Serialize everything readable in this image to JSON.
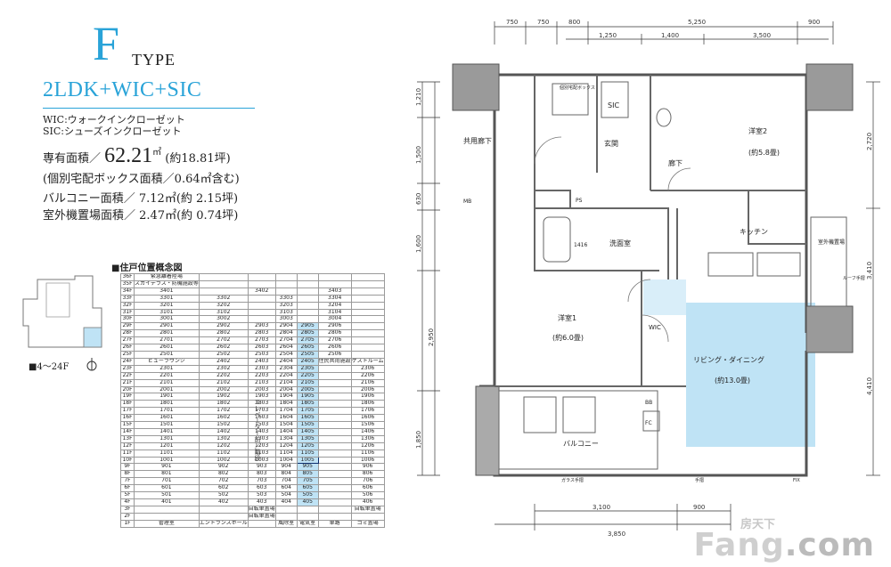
{
  "header": {
    "type_letter": "F",
    "type_word": "TYPE",
    "plan_name": "2LDK+WIC+SIC",
    "legend": [
      "WIC:ウォークインクローゼット",
      "SIC:シューズインクローゼット"
    ]
  },
  "areas": {
    "private_label": "専有面積／",
    "private_value": "62.21",
    "private_unit": "㎡",
    "private_tsubo": "(約18.81坪)",
    "private_note": "(個別宅配ボックス面積／0.64㎡含む)",
    "balcony": "バルコニー面積／ 7.12㎡(約 2.15坪)",
    "outdoor_unit": "室外機置場面積／ 2.47㎡(約 0.74坪)"
  },
  "position_chart": {
    "title": "■住戸位置概念図",
    "floor_range": "■4～24F",
    "elevator_label": "エレベーター前／階段",
    "rows": [
      {
        "f": "36F",
        "cells": [
          "緊急離着陸場",
          "",
          "",
          "",
          "",
          "",
          ""
        ]
      },
      {
        "f": "35F",
        "cells": [
          "スカイテラス・防機施設等",
          "",
          "",
          "",
          "",
          "",
          ""
        ]
      },
      {
        "f": "34F",
        "cells": [
          "3401",
          "",
          "3402",
          "",
          "",
          "3403",
          ""
        ]
      },
      {
        "f": "33F",
        "cells": [
          "3301",
          "3302",
          "",
          "3303",
          "",
          "3304",
          ""
        ]
      },
      {
        "f": "32F",
        "cells": [
          "3201",
          "3202",
          "",
          "3203",
          "",
          "3204",
          ""
        ]
      },
      {
        "f": "31F",
        "cells": [
          "3101",
          "3102",
          "",
          "3103",
          "",
          "3104",
          ""
        ]
      },
      {
        "f": "30F",
        "cells": [
          "3001",
          "3002",
          "",
          "3003",
          "",
          "3004",
          ""
        ]
      },
      {
        "f": "29F",
        "cells": [
          "2901",
          "2902",
          "2903",
          "2904",
          "2905",
          "2906",
          ""
        ]
      },
      {
        "f": "28F",
        "cells": [
          "2801",
          "2802",
          "2803",
          "2804",
          "2805",
          "2806",
          ""
        ]
      },
      {
        "f": "27F",
        "cells": [
          "2701",
          "2702",
          "2703",
          "2704",
          "2705",
          "2706",
          ""
        ]
      },
      {
        "f": "26F",
        "cells": [
          "2601",
          "2602",
          "2603",
          "2604",
          "2605",
          "2606",
          ""
        ]
      },
      {
        "f": "25F",
        "cells": [
          "2501",
          "2502",
          "2503",
          "2504",
          "2505",
          "2506",
          ""
        ]
      },
      {
        "f": "24F",
        "cells": [
          "ビューラウンジ",
          "2402",
          "2403",
          "2404",
          "2405",
          "住民共用施設",
          "ゲストルーム"
        ]
      },
      {
        "f": "23F",
        "cells": [
          "2301",
          "2302",
          "2303",
          "2304",
          "2305",
          "",
          "2306"
        ]
      },
      {
        "f": "22F",
        "cells": [
          "2201",
          "2202",
          "2203",
          "2204",
          "2205",
          "",
          "2206"
        ]
      },
      {
        "f": "21F",
        "cells": [
          "2101",
          "2102",
          "2103",
          "2104",
          "2105",
          "",
          "2106"
        ]
      },
      {
        "f": "20F",
        "cells": [
          "2001",
          "2002",
          "2003",
          "2004",
          "2005",
          "",
          "2006"
        ]
      },
      {
        "f": "19F",
        "cells": [
          "1901",
          "1902",
          "1903",
          "1904",
          "1905",
          "",
          "1906"
        ]
      },
      {
        "f": "18F",
        "cells": [
          "1801",
          "1802",
          "1803",
          "1804",
          "1805",
          "",
          "1806"
        ]
      },
      {
        "f": "17F",
        "cells": [
          "1701",
          "1702",
          "1703",
          "1704",
          "1705",
          "",
          "1706"
        ]
      },
      {
        "f": "16F",
        "cells": [
          "1601",
          "1602",
          "1603",
          "1604",
          "1605",
          "",
          "1606"
        ]
      },
      {
        "f": "15F",
        "cells": [
          "1501",
          "1502",
          "1503",
          "1504",
          "1505",
          "",
          "1506"
        ]
      },
      {
        "f": "14F",
        "cells": [
          "1401",
          "1402",
          "1403",
          "1404",
          "1405",
          "",
          "1406"
        ]
      },
      {
        "f": "13F",
        "cells": [
          "1301",
          "1302",
          "1303",
          "1304",
          "1305",
          "",
          "1306"
        ]
      },
      {
        "f": "12F",
        "cells": [
          "1201",
          "1202",
          "1203",
          "1204",
          "1205",
          "",
          "1206"
        ]
      },
      {
        "f": "11F",
        "cells": [
          "1101",
          "1102",
          "1103",
          "1104",
          "1105",
          "",
          "1106"
        ]
      },
      {
        "f": "10F",
        "cells": [
          "1001",
          "1002",
          "1003",
          "1004",
          "1005",
          "",
          "1006"
        ]
      },
      {
        "f": "9F",
        "cells": [
          "901",
          "902",
          "903",
          "904",
          "905",
          "",
          "906"
        ]
      },
      {
        "f": "8F",
        "cells": [
          "801",
          "802",
          "803",
          "804",
          "805",
          "",
          "806"
        ]
      },
      {
        "f": "7F",
        "cells": [
          "701",
          "702",
          "703",
          "704",
          "705",
          "",
          "706"
        ]
      },
      {
        "f": "6F",
        "cells": [
          "601",
          "602",
          "603",
          "604",
          "605",
          "",
          "606"
        ]
      },
      {
        "f": "5F",
        "cells": [
          "501",
          "502",
          "503",
          "504",
          "505",
          "",
          "506"
        ]
      },
      {
        "f": "4F",
        "cells": [
          "401",
          "402",
          "403",
          "404",
          "405",
          "",
          "406"
        ]
      },
      {
        "f": "3F",
        "cells": [
          "",
          "",
          "自転車置場",
          "",
          "",
          "",
          "自転車置場"
        ]
      },
      {
        "f": "2F",
        "cells": [
          "",
          "",
          "自転車置場",
          "",
          "",
          "",
          ""
        ]
      },
      {
        "f": "1F",
        "cells": [
          "管理室",
          "エントランスホール",
          "",
          "風除室",
          "電気室",
          "車路",
          "ゴミ置場"
        ]
      }
    ]
  },
  "floorplan": {
    "dims_top_row1": [
      "750",
      "750",
      "800",
      "5,250",
      "900"
    ],
    "dims_top_row2": [
      "1,250",
      "1,400",
      "3,500"
    ],
    "dims_bottom_row1": [
      "3,100",
      "900"
    ],
    "dims_bottom_row2": [
      "3,850"
    ],
    "dims_left": [
      "1,210",
      "1,500",
      "630",
      "1,600",
      "2,950",
      "1,850"
    ],
    "dims_right": [
      "2,720",
      "3,410",
      "4,410"
    ],
    "rooms": {
      "corridor": "共用廊下",
      "delivery_box": "個別宅配ボックス",
      "sic": "SIC",
      "entrance": "玄関",
      "hall": "廊下",
      "bedroom2": "洋室2",
      "bedroom2_size": "(約5.8畳)",
      "washroom": "洗面室",
      "kitchen": "キッチン",
      "bedroom1": "洋室1",
      "bedroom1_size": "(約6.0畳)",
      "wic": "WIC",
      "living": "リビング・ダイニング",
      "living_size": "(約13.0畳)",
      "balcony": "バルコニー",
      "outdoor_unit": "室外機置場",
      "mb": "MB",
      "ps": "PS",
      "fc": "FC",
      "bb": "BB",
      "unit_code": "1416",
      "glass_rail": "ガラス手摺",
      "fix": "FIX",
      "handrail": "手摺",
      "sash": "ルーフ手摺"
    }
  },
  "watermark": {
    "main": "Fang",
    "suffix": ".com",
    "cn": "房天下"
  },
  "colors": {
    "accent": "#29a3d8",
    "living_fill": "#bfe3f5",
    "wall": "#9a9a9a"
  }
}
